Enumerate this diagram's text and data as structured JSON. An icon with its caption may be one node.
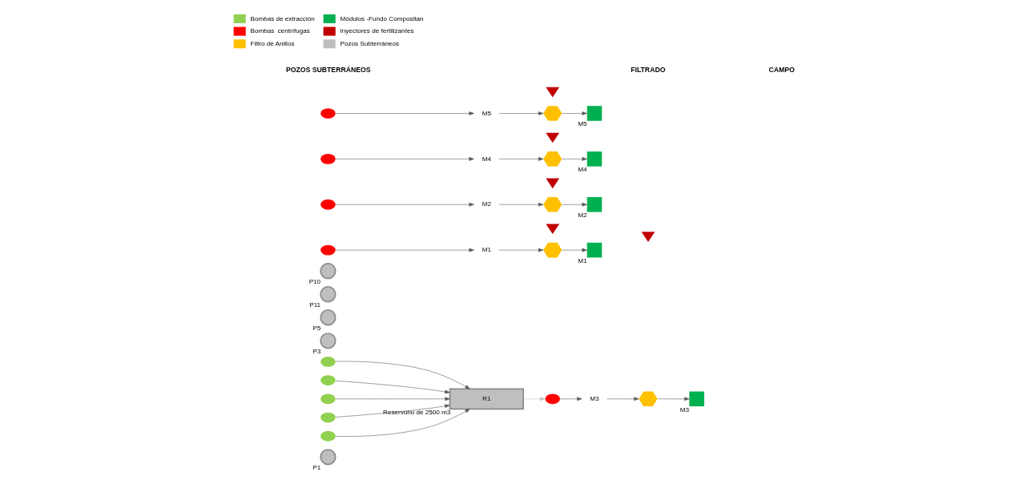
{
  "diagram": {
    "nodes": [
      {
        "text": [],
        "shape": "circle",
        "beside": [
          "P1"
        ]
      },
      {
        "text": [],
        "shape": "ellipse"
      },
      {
        "text": [],
        "shape": "circle",
        "beside": [
          "P3"
        ]
      },
      {
        "text": [],
        "shape": "ellipse"
      },
      {
        "text": [],
        "shape": "circle",
        "beside": [
          "P5"
        ]
      },
      {
        "text": [],
        "shape": "ellipse"
      },
      {
        "text": [],
        "shape": "circle",
        "beside": [
          "P11"
        ]
      },
      {
        "text": [],
        "shape": "ellipse"
      },
      {
        "text": [],
        "shape": "circle",
        "beside": [
          "P10"
        ]
      },
      {
        "text": [],
        "shape": "ellipse"
      },
      {
        "text": [
          "R1"
        ],
        "beside": [
          "Reservorio de 2500 m3"
        ]
      },
      {
        "text": [],
        "shape": "ellipse"
      },
      {
        "text": [
          "M1"
        ]
      },
      {
        "text": [],
        "shape": "hexagon"
      },
      {
        "text": [],
        "shape": "arrow"
      },
      {
        "text": [],
        "shape": "box",
        "beside": [
          "M1"
        ]
      },
      {
        "text": [],
        "shape": "ellipse"
      },
      {
        "text": [
          "M2"
        ]
      },
      {
        "text": [],
        "shape": "hexagon"
      },
      {
        "text": [],
        "shape": "arrow"
      },
      {
        "text": [],
        "shape": "box",
        "beside": [
          "M2"
        ]
      },
      {
        "text": [],
        "shape": "ellipse"
      },
      {
        "text": [
          "M3"
        ]
      },
      {
        "text": [],
        "shape": "hexagon"
      },
      {
        "text": [],
        "shape": "arrow"
      },
      {
        "text": [],
        "shape": "box",
        "beside": [
          "M3"
        ]
      },
      {
        "text": [],
        "shape": "ellipse"
      },
      {
        "text": [
          "M4"
        ]
      },
      {
        "text": [],
        "shape": "hexagon"
      },
      {
        "text": [],
        "shape": "arrow"
      },
      {
        "text": [],
        "shape": "box",
        "beside": [
          "M4"
        ]
      },
      {
        "text": [],
        "shape": "ellipse"
      },
      {
        "text": [
          "M5"
        ]
      },
      {
        "text": [],
        "shape": "hexagon"
      },
      {
        "text": [],
        "shape": "arrow"
      },
      {
        "text": [],
        "shape": "box",
        "beside": [
          "M5"
        ]
      }
    ],
    "edges": [
      {
        "from": 1,
        "to": 10,
        "arrow": "to"
      },
      {
        "from": 3,
        "to": 10,
        "arrow": "to"
      },
      {
        "from": 5,
        "to": 10,
        "arrow": "to"
      },
      {
        "from": 7,
        "to": 10,
        "arrow": "to"
      },
      {
        "from": 9,
        "to": 10,
        "arrow": "to"
      },
      {
        "from": 10,
        "to": 21,
        "arrow": "to",
        "color": "#bfbfbf"
      },
      {
        "from": 11,
        "to": 12,
        "arrow": "to"
      },
      {
        "from": 12,
        "to": 13,
        "arrow": "to"
      },
      {
        "from": 13,
        "to": 15,
        "arrow": "to"
      },
      {
        "from": 16,
        "to": 17,
        "arrow": "to"
      },
      {
        "from": 17,
        "to": 18,
        "arrow": "to"
      },
      {
        "from": 18,
        "to": 20,
        "arrow": "to"
      },
      {
        "from": 21,
        "to": 22,
        "arrow": "to"
      },
      {
        "from": 22,
        "to": 23,
        "arrow": "to"
      },
      {
        "from": 23,
        "to": 25,
        "arrow": "to"
      },
      {
        "from": 26,
        "to": 27,
        "arrow": "to"
      },
      {
        "from": 27,
        "to": 28,
        "arrow": "to"
      },
      {
        "from": 28,
        "to": 30,
        "arrow": "to"
      },
      {
        "from": 31,
        "to": 32,
        "arrow": "to"
      },
      {
        "from": 32,
        "to": 33,
        "arrow": "to"
      },
      {
        "from": 33,
        "to": 35,
        "arrow": "to"
      }
    ],
    "labels": [
      "POZOS SUBTERRÁNEOS",
      "FILTRADO",
      "CAMPO"
    ],
    "legend": [
      {
        "text": "Bombas de extracción",
        "color": "#92d050"
      },
      {
        "text": "Módulos -Fundo Compositan",
        "color": "#00b050"
      },
      {
        "text": "Bombas  centrífugas",
        "color": "#ff0000"
      },
      {
        "text": "Inyectores de fertilizantes",
        "color": "#c00000"
      },
      {
        "text": "Filtro de Anillos",
        "color": "#ffc000"
      },
      {
        "text": "Pozos Subterráneos",
        "color": "#bfbfbf"
      }
    ]
  }
}
